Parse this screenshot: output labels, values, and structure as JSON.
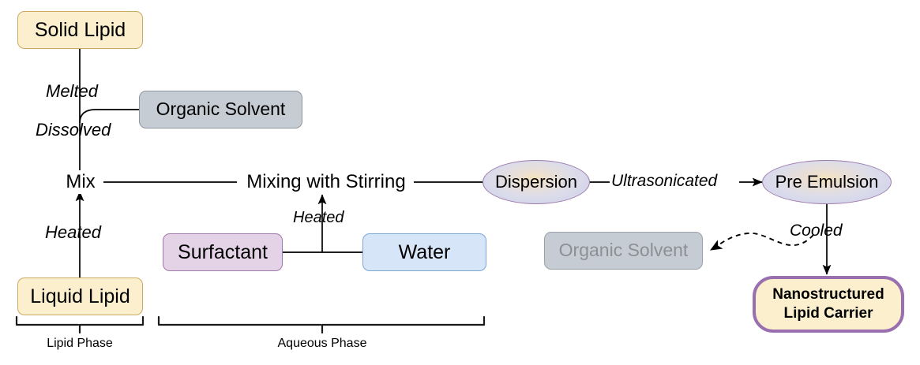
{
  "diagram": {
    "title": "Nanostructured Lipid Carrier preparation flow diagram",
    "colors": {
      "lipid_fill": "#fcefcd",
      "lipid_border": "#cbab63",
      "solvent_fill": "#c6ccd3",
      "solvent_border": "#8e969e",
      "solvent_faded_text": "#8b9097",
      "surfactant_fill": "#e4d3e7",
      "surfactant_border": "#9d79ac",
      "water_fill": "#d6e5f7",
      "water_border": "#7ba7d6",
      "ellipse_border": "#9d79ac",
      "nlc_border": "#9a6fb0",
      "line": "#000000",
      "background": "#ffffff"
    }
  },
  "nodes": {
    "solid_lipid": {
      "label": "Solid Lipid",
      "shape": "rounded-rect",
      "kind": "lipid"
    },
    "organic_solvent_top": {
      "label": "Organic Solvent",
      "shape": "rounded-rect",
      "kind": "solvent"
    },
    "mix": {
      "label": "Mix",
      "shape": "plain-text"
    },
    "mixing_with_stirring": {
      "label": "Mixing with Stirring",
      "shape": "plain-text"
    },
    "dispersion": {
      "label": "Dispersion",
      "shape": "ellipse"
    },
    "pre_emulsion": {
      "label": "Pre Emulsion",
      "shape": "ellipse"
    },
    "liquid_lipid": {
      "label": "Liquid Lipid",
      "shape": "rounded-rect",
      "kind": "lipid"
    },
    "surfactant": {
      "label": "Surfactant",
      "shape": "rounded-rect",
      "kind": "surfactant"
    },
    "water": {
      "label": "Water",
      "shape": "rounded-rect",
      "kind": "water"
    },
    "organic_solvent_removed": {
      "label": "Organic Solvent",
      "shape": "rounded-rect",
      "kind": "solvent-faded"
    },
    "nanostructured_lipid_carrier": {
      "label_line1": "Nanostructured",
      "label_line2": "Lipid Carrier",
      "shape": "rounded-rect-thick",
      "kind": "nlc"
    }
  },
  "edge_labels": {
    "melted": "Melted",
    "dissolved": "Dissolved",
    "heated_lipid": "Heated",
    "heated_aqueous": "Heated",
    "ultrasonicated": "Ultrasonicated",
    "cooled": "Cooled"
  },
  "brackets": {
    "lipid_phase": "Lipid Phase",
    "aqueous_phase": "Aqueous Phase"
  }
}
